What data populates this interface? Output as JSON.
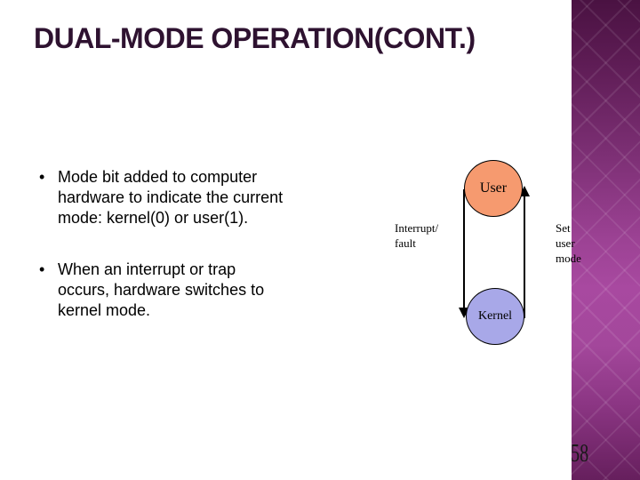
{
  "slide": {
    "title": "DUAL-MODE OPERATION(CONT.)",
    "bullet_char": "•",
    "bullets": [
      "Mode bit added to computer\nhardware to indicate the current\nmode: kernel(0) or user(1).",
      "When an interrupt or trap\noccurs, hardware switches to\nkernel mode."
    ],
    "page_number": "58"
  },
  "diagram": {
    "user_label": "User",
    "kernel_label": "Kernel",
    "interrupt_label": "Interrupt/\nfault",
    "set_mode_label": "Set\nuser\nmode"
  },
  "colors": {
    "title_color": "#2E1230",
    "body_text": "#000000",
    "user_fill": "#F69A6F",
    "kernel_fill": "#A8A8E8",
    "node_border": "#000000",
    "band_top": "#4A1242",
    "band_mid": "#7C2F74",
    "band_bright": "#A849A0",
    "band_bottom": "#661F5D",
    "page_number_color": "#1A1A1A"
  }
}
